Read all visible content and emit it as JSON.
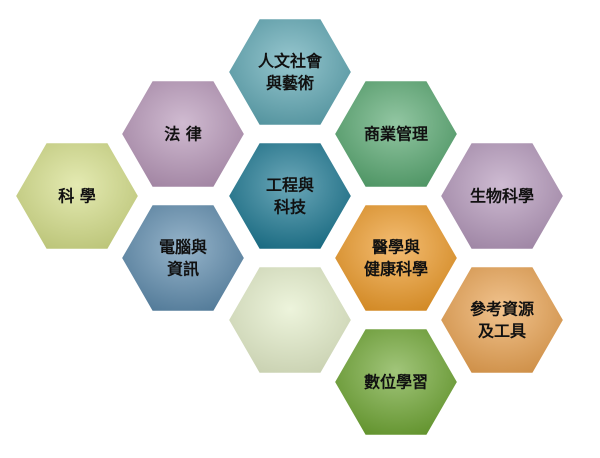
{
  "hexagons": [
    {
      "id": "humanities",
      "lines": [
        "人文社會",
        "與藝術"
      ],
      "color": "#5ea7b3",
      "text_color": "#111111"
    },
    {
      "id": "law",
      "lines": [
        "法  律"
      ],
      "color": "#b796b8",
      "text_color": "#111111"
    },
    {
      "id": "business",
      "lines": [
        "商業管理"
      ],
      "color": "#58a870",
      "text_color": "#111111"
    },
    {
      "id": "science",
      "lines": [
        "科  學"
      ],
      "color": "#d5df88",
      "text_color": "#111111"
    },
    {
      "id": "engineering",
      "lines": [
        "工程與",
        "科技"
      ],
      "color": "#1b7791",
      "text_color": "#111111"
    },
    {
      "id": "life-science",
      "lines": [
        "生物科學"
      ],
      "color": "#b497ba",
      "text_color": "#111111"
    },
    {
      "id": "computing",
      "lines": [
        "電腦與",
        "資訊"
      ],
      "color": "#5d8bad",
      "text_color": "#111111"
    },
    {
      "id": "medicine",
      "lines": [
        "醫學與",
        "健康科學"
      ],
      "color": "#ee9a28",
      "text_color": "#111111"
    },
    {
      "id": "blank",
      "lines": [],
      "color": "#e4eec9",
      "text_color": "#111111"
    },
    {
      "id": "reference",
      "lines": [
        "參考資源",
        "及工具"
      ],
      "color": "#eaa351",
      "text_color": "#111111"
    },
    {
      "id": "digital-learning",
      "lines": [
        "數位學習"
      ],
      "color": "#6ea632",
      "text_color": "#111111"
    }
  ]
}
